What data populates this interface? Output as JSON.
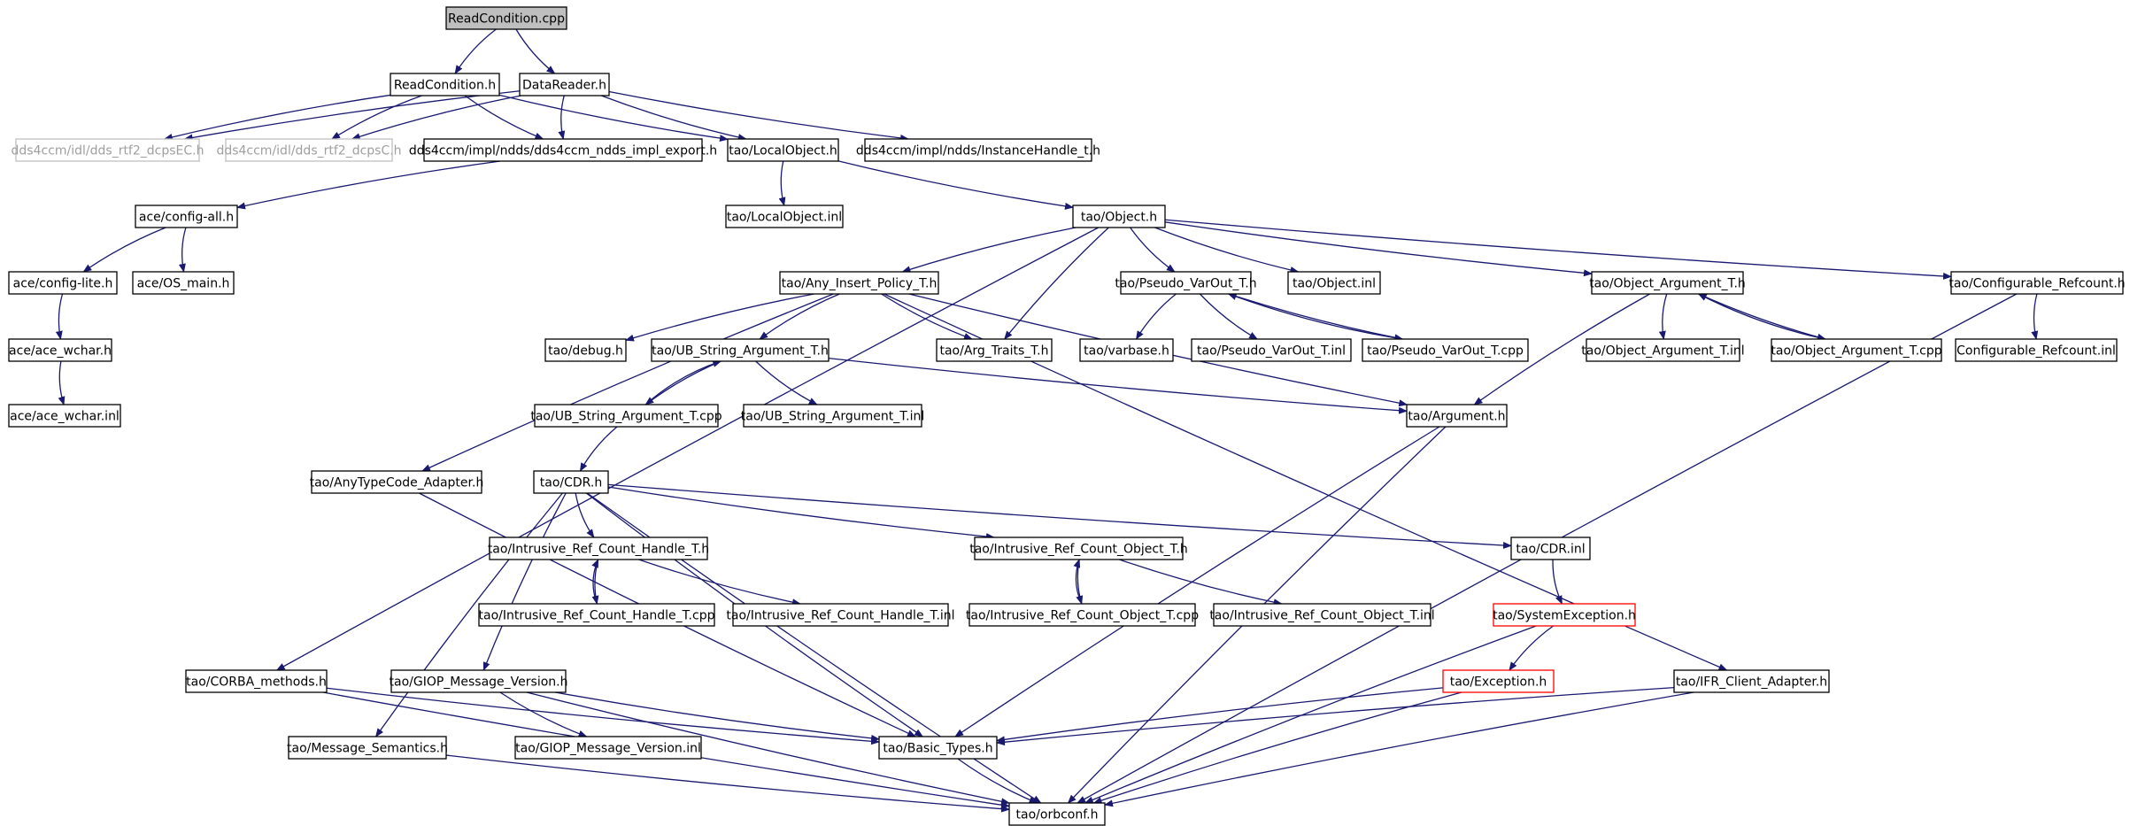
{
  "diagram": {
    "edge_color": "#191970",
    "nodes": [
      {
        "id": "n1",
        "label": "ReadCondition.cpp",
        "style": "root"
      },
      {
        "id": "n2",
        "label": "ReadCondition.h",
        "style": "normal"
      },
      {
        "id": "n3",
        "label": "DataReader.h",
        "style": "normal"
      },
      {
        "id": "n4",
        "label": "dds4ccm/idl/dds_rtf2_dcpsEC.h",
        "style": "gray"
      },
      {
        "id": "n5",
        "label": "dds4ccm/idl/dds_rtf2_dcpsC.h",
        "style": "gray"
      },
      {
        "id": "n6",
        "label": "dds4ccm/impl/ndds/dds4ccm_ndds_impl_export.h",
        "style": "normal"
      },
      {
        "id": "n7",
        "label": "tao/LocalObject.h",
        "style": "normal"
      },
      {
        "id": "n8",
        "label": "dds4ccm/impl/ndds/InstanceHandle_t.h",
        "style": "normal"
      },
      {
        "id": "n9",
        "label": "ace/config-all.h",
        "style": "normal"
      },
      {
        "id": "n10",
        "label": "tao/LocalObject.inl",
        "style": "normal"
      },
      {
        "id": "n11",
        "label": "tao/Object.h",
        "style": "normal"
      },
      {
        "id": "n12",
        "label": "ace/config-lite.h",
        "style": "normal"
      },
      {
        "id": "n13",
        "label": "ace/OS_main.h",
        "style": "normal"
      },
      {
        "id": "n14",
        "label": "tao/Any_Insert_Policy_T.h",
        "style": "normal"
      },
      {
        "id": "n15",
        "label": "tao/Pseudo_VarOut_T.h",
        "style": "normal"
      },
      {
        "id": "n16",
        "label": "tao/Object.inl",
        "style": "normal"
      },
      {
        "id": "n17",
        "label": "tao/Object_Argument_T.h",
        "style": "normal"
      },
      {
        "id": "n18",
        "label": "tao/Configurable_Refcount.h",
        "style": "normal"
      },
      {
        "id": "n19",
        "label": "ace/ace_wchar.h",
        "style": "normal"
      },
      {
        "id": "n20",
        "label": "tao/debug.h",
        "style": "normal"
      },
      {
        "id": "n21",
        "label": "tao/UB_String_Argument_T.h",
        "style": "normal"
      },
      {
        "id": "n22",
        "label": "tao/Arg_Traits_T.h",
        "style": "normal"
      },
      {
        "id": "n23",
        "label": "tao/varbase.h",
        "style": "normal"
      },
      {
        "id": "n24",
        "label": "tao/Pseudo_VarOut_T.inl",
        "style": "normal"
      },
      {
        "id": "n25",
        "label": "tao/Pseudo_VarOut_T.cpp",
        "style": "normal"
      },
      {
        "id": "n26",
        "label": "tao/Object_Argument_T.inl",
        "style": "normal"
      },
      {
        "id": "n27",
        "label": "tao/Object_Argument_T.cpp",
        "style": "normal"
      },
      {
        "id": "n28",
        "label": "Configurable_Refcount.inl",
        "style": "normal"
      },
      {
        "id": "n29",
        "label": "ace/ace_wchar.inl",
        "style": "normal"
      },
      {
        "id": "n30",
        "label": "tao/UB_String_Argument_T.cpp",
        "style": "normal"
      },
      {
        "id": "n31",
        "label": "tao/UB_String_Argument_T.inl",
        "style": "normal"
      },
      {
        "id": "n32",
        "label": "tao/Argument.h",
        "style": "normal"
      },
      {
        "id": "n33",
        "label": "tao/AnyTypeCode_Adapter.h",
        "style": "normal"
      },
      {
        "id": "n34",
        "label": "tao/CDR.h",
        "style": "normal"
      },
      {
        "id": "n35",
        "label": "tao/Intrusive_Ref_Count_Handle_T.h",
        "style": "normal"
      },
      {
        "id": "n36",
        "label": "tao/Intrusive_Ref_Count_Object_T.h",
        "style": "normal"
      },
      {
        "id": "n37",
        "label": "tao/CDR.inl",
        "style": "normal"
      },
      {
        "id": "n38",
        "label": "tao/Intrusive_Ref_Count_Handle_T.cpp",
        "style": "normal"
      },
      {
        "id": "n39",
        "label": "tao/Intrusive_Ref_Count_Handle_T.inl",
        "style": "normal"
      },
      {
        "id": "n40",
        "label": "tao/Intrusive_Ref_Count_Object_T.cpp",
        "style": "normal"
      },
      {
        "id": "n41",
        "label": "tao/Intrusive_Ref_Count_Object_T.inl",
        "style": "normal"
      },
      {
        "id": "n42",
        "label": "tao/SystemException.h",
        "style": "red"
      },
      {
        "id": "n43",
        "label": "tao/CORBA_methods.h",
        "style": "normal"
      },
      {
        "id": "n44",
        "label": "tao/GIOP_Message_Version.h",
        "style": "normal"
      },
      {
        "id": "n45",
        "label": "tao/Exception.h",
        "style": "red"
      },
      {
        "id": "n46",
        "label": "tao/IFR_Client_Adapter.h",
        "style": "normal"
      },
      {
        "id": "n47",
        "label": "tao/Message_Semantics.h",
        "style": "normal"
      },
      {
        "id": "n48",
        "label": "tao/GIOP_Message_Version.inl",
        "style": "normal"
      },
      {
        "id": "n49",
        "label": "tao/Basic_Types.h",
        "style": "normal"
      },
      {
        "id": "n50",
        "label": "tao/orbconf.h",
        "style": "normal"
      }
    ],
    "edges": [
      [
        "n1",
        "n2"
      ],
      [
        "n1",
        "n3"
      ],
      [
        "n2",
        "n4"
      ],
      [
        "n2",
        "n5"
      ],
      [
        "n2",
        "n6"
      ],
      [
        "n2",
        "n7"
      ],
      [
        "n3",
        "n4"
      ],
      [
        "n3",
        "n5"
      ],
      [
        "n3",
        "n6"
      ],
      [
        "n3",
        "n7"
      ],
      [
        "n3",
        "n8"
      ],
      [
        "n6",
        "n9"
      ],
      [
        "n7",
        "n10"
      ],
      [
        "n7",
        "n11"
      ],
      [
        "n9",
        "n12"
      ],
      [
        "n9",
        "n13"
      ],
      [
        "n12",
        "n19"
      ],
      [
        "n19",
        "n29"
      ],
      [
        "n11",
        "n14"
      ],
      [
        "n11",
        "n22"
      ],
      [
        "n11",
        "n15"
      ],
      [
        "n11",
        "n16"
      ],
      [
        "n11",
        "n17"
      ],
      [
        "n11",
        "n18"
      ],
      [
        "n11",
        "n43"
      ],
      [
        "n14",
        "n20"
      ],
      [
        "n14",
        "n21"
      ],
      [
        "n14",
        "n22"
      ],
      [
        "n14",
        "n32"
      ],
      [
        "n14",
        "n33"
      ],
      [
        "n14",
        "n46"
      ],
      [
        "n15",
        "n23"
      ],
      [
        "n15",
        "n24"
      ],
      [
        "n15",
        "n25"
      ],
      [
        "n25",
        "n15"
      ],
      [
        "n17",
        "n26"
      ],
      [
        "n17",
        "n27"
      ],
      [
        "n27",
        "n17"
      ],
      [
        "n17",
        "n32"
      ],
      [
        "n18",
        "n28"
      ],
      [
        "n18",
        "n50"
      ],
      [
        "n21",
        "n30"
      ],
      [
        "n30",
        "n21"
      ],
      [
        "n21",
        "n31"
      ],
      [
        "n21",
        "n32"
      ],
      [
        "n30",
        "n34"
      ],
      [
        "n32",
        "n49"
      ],
      [
        "n32",
        "n50"
      ],
      [
        "n33",
        "n49"
      ],
      [
        "n34",
        "n35"
      ],
      [
        "n34",
        "n36"
      ],
      [
        "n34",
        "n37"
      ],
      [
        "n34",
        "n49"
      ],
      [
        "n34",
        "n44"
      ],
      [
        "n34",
        "n47"
      ],
      [
        "n34",
        "n50"
      ],
      [
        "n35",
        "n38"
      ],
      [
        "n38",
        "n35"
      ],
      [
        "n35",
        "n39"
      ],
      [
        "n36",
        "n40"
      ],
      [
        "n40",
        "n36"
      ],
      [
        "n36",
        "n41"
      ],
      [
        "n37",
        "n42"
      ],
      [
        "n42",
        "n45"
      ],
      [
        "n42",
        "n50"
      ],
      [
        "n45",
        "n49"
      ],
      [
        "n45",
        "n50"
      ],
      [
        "n43",
        "n49"
      ],
      [
        "n43",
        "n50"
      ],
      [
        "n44",
        "n48"
      ],
      [
        "n44",
        "n49"
      ],
      [
        "n44",
        "n50"
      ],
      [
        "n46",
        "n49"
      ],
      [
        "n46",
        "n50"
      ],
      [
        "n47",
        "n50"
      ],
      [
        "n49",
        "n50"
      ]
    ]
  }
}
